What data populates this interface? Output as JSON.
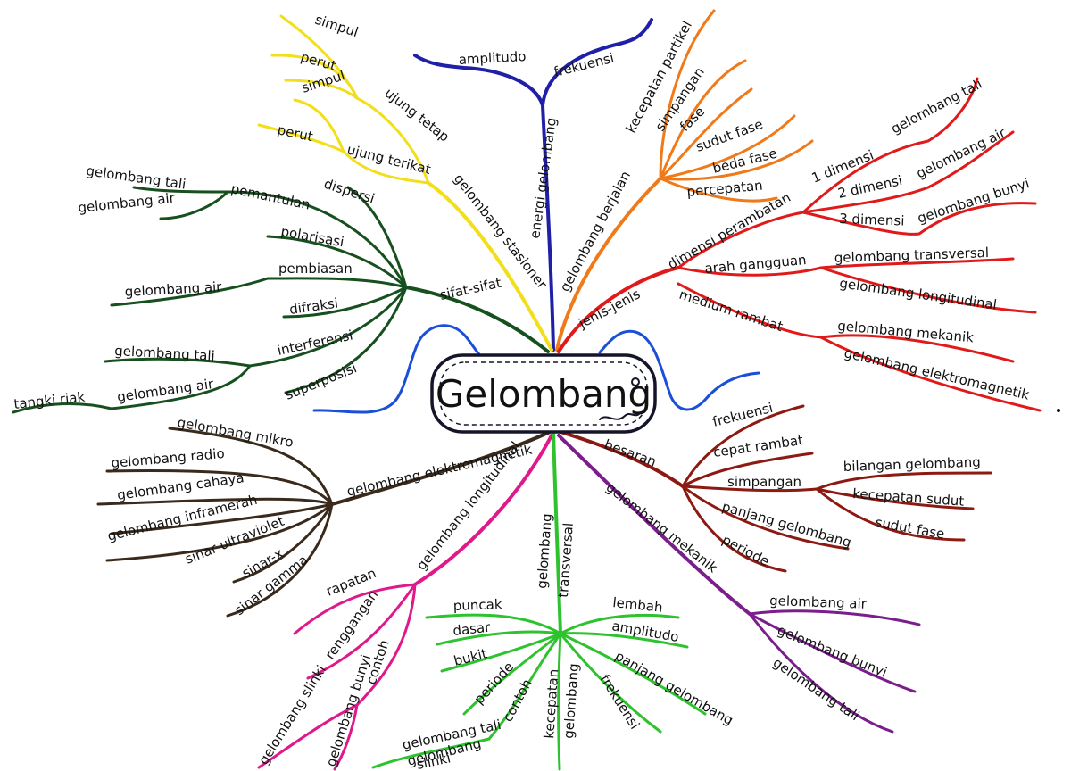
{
  "central": {
    "title": "Gelombang"
  },
  "colors": {
    "blue": "#1f1fa8",
    "orange": "#f07a1a",
    "red": "#e01a1a",
    "yellow": "#f2df1a",
    "darkgreen": "#17501f",
    "brown": "#3a2a1c",
    "maroon": "#8c1a12",
    "magenta": "#e0198a",
    "green": "#2fc22f",
    "purple": "#7a1e8c",
    "wave": "#1b4fd8"
  },
  "labels": {
    "l1": "amplitudo",
    "l2": "frekuensi",
    "l3": "energi gelombang",
    "l4": "kecepatan partikel",
    "l5": "simpangan",
    "l6": "fase",
    "l7": "sudut fase",
    "l8": "beda fase",
    "l9": "percepatan",
    "l10": "gelombang berjalan",
    "l11": "1 dimensi",
    "l12": "gelombang tali",
    "l13": "2 dimensi",
    "l14": "gelombang air",
    "l15": "3 dimensi",
    "l16": "gelombang bunyi",
    "l17": "dimensi perambatan",
    "l18": "arah gangguan",
    "l19": "gelombang transversal",
    "l20": "gelombang longitudinal",
    "l21": "medium rambat",
    "l22": "gelombang mekanik",
    "l23": "gelombang elektromagnetik",
    "l24": "jenis-jenis",
    "l25": "simpul",
    "l26": "perut",
    "l27": "simpul",
    "l28": "ujung tetap",
    "l29": "perut",
    "l30": "ujung terikat",
    "l31": "gelombang stasioner",
    "l32": "dispersi",
    "l33": "pemantulan",
    "l34": "gelombang tali",
    "l35": "gelombang air",
    "l36": "polarisasi",
    "l37": "pembiasan",
    "l38": "gelombang air",
    "l39": "difraksi",
    "l40": "interferensi",
    "l41": "gelombang tali",
    "l42": "gelombang air",
    "l43": "tangki riak",
    "l44": "superposisi",
    "l45": "sifat-sifat",
    "l46": "gelombang mikro",
    "l47": "gelombang radio",
    "l48": "gelombang cahaya",
    "l49": "gelombang inframerah",
    "l50": "sinar ultraviolet",
    "l51": "sinar-x",
    "l52": "sinar gamma",
    "l53": "gelombang elektromagnetik",
    "l54": "frekuensi",
    "l55": "cepat rambat",
    "l56": "simpangan",
    "l57": "bilangan gelombang",
    "l58": "kecepatan sudut",
    "l59": "sudut fase",
    "l60": "panjang gelombang",
    "l61": "periode",
    "l62": "besaran",
    "l63": "gelombang mekanik",
    "l64": "gelombang air",
    "l65": "gelombang bunyi",
    "l66": "gelombang tali",
    "l67": "gelombang longitudinal",
    "l68": "rapatan",
    "l69": "renggangan",
    "l70": "contoh",
    "l71": "gelombang slinki",
    "l72": "gelombang bunyi",
    "l73": "gelombang",
    "l74": "transversal",
    "l75": "puncak",
    "l76": "dasar",
    "l77": "bukit",
    "l78": "periode",
    "l79": "contoh",
    "l80": "kecepatan",
    "l81": "gelombang",
    "l82": "lembah",
    "l83": "amplitudo",
    "l84": "panjang gelombang",
    "l85": "frekuensi",
    "l86": "gelombang tali",
    "l87": "gelombang",
    "l88": "slinki"
  }
}
